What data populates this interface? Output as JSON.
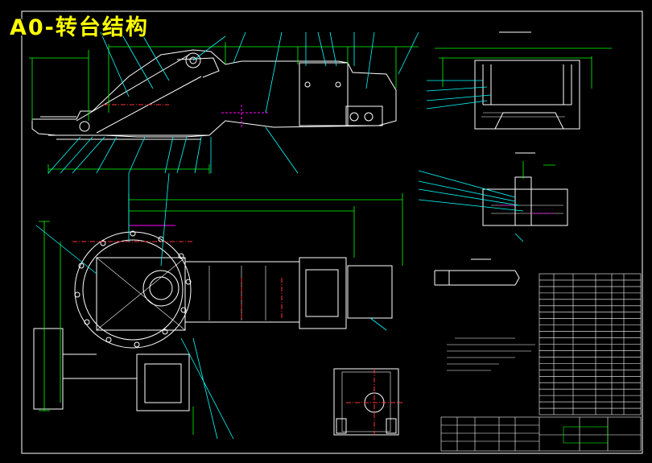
{
  "drawing": {
    "title": "A0-转台结构"
  },
  "palette": {
    "background": "#000000",
    "geometry": "#ffffff",
    "dimension": "#00ff00",
    "leader": "#00ffff",
    "hidden": "#ff00ff",
    "center": "#ff3333",
    "highlight": "#ffff00"
  },
  "views": [
    {
      "id": "side-elevation",
      "kind": "main-elevation"
    },
    {
      "id": "plan-view",
      "kind": "top-plan"
    },
    {
      "id": "section-aa",
      "kind": "section"
    },
    {
      "id": "section-bb",
      "kind": "section"
    },
    {
      "id": "detail-d",
      "kind": "detail"
    },
    {
      "id": "view-e",
      "kind": "auxiliary"
    }
  ],
  "parts_list": {
    "row_count": 22
  },
  "title_block": {
    "rows": 4
  }
}
